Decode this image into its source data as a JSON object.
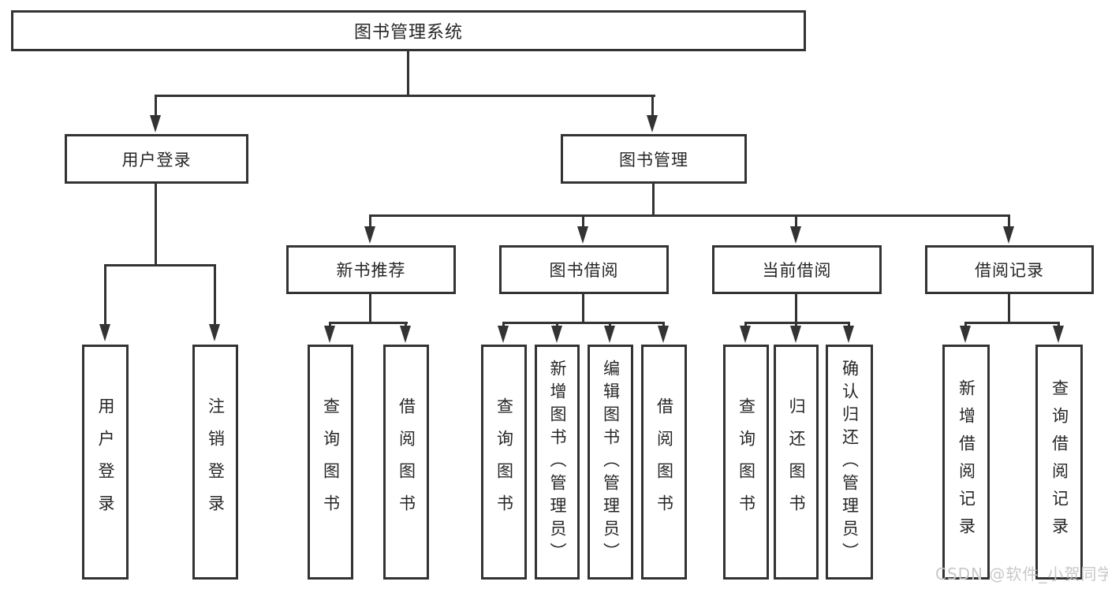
{
  "tree": {
    "root": {
      "label": "图书管理系统"
    },
    "branches": [
      {
        "label": "用户登录",
        "children": [
          {
            "label": "用户登录"
          },
          {
            "label": "注销登录"
          }
        ]
      },
      {
        "label": "图书管理",
        "children": [
          {
            "label": "新书推荐",
            "children": [
              {
                "label": "查询图书"
              },
              {
                "label": "借阅图书"
              }
            ]
          },
          {
            "label": "图书借阅",
            "children": [
              {
                "label": "查询图书"
              },
              {
                "label": "新增图书（管理员）"
              },
              {
                "label": "编辑图书（管理员）"
              },
              {
                "label": "借阅图书"
              }
            ]
          },
          {
            "label": "当前借阅",
            "children": [
              {
                "label": "查询图书"
              },
              {
                "label": "归还图书"
              },
              {
                "label": "确认归还（管理员）"
              }
            ]
          },
          {
            "label": "借阅记录",
            "children": [
              {
                "label": "新增借阅记录"
              },
              {
                "label": "查询借阅记录"
              }
            ]
          }
        ]
      }
    ]
  },
  "watermark": {
    "text": "CSDN @软件_小贺同学"
  },
  "colors": {
    "line": "#333333",
    "text": "#262626",
    "background": "#ffffff",
    "watermark": "#c8c8c8"
  }
}
